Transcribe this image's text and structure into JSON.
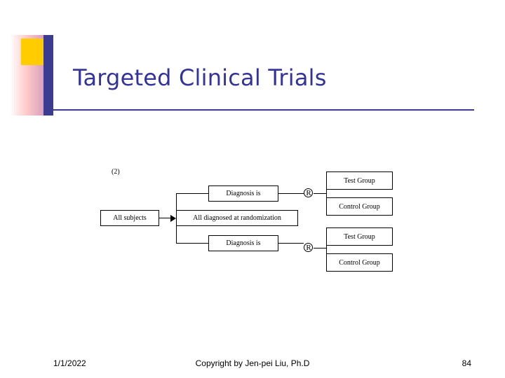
{
  "slide": {
    "title": "Targeted Clinical Trials",
    "footer": {
      "date": "1/1/2022",
      "copyright": "Copyright by Jen-pei Liu, Ph.D",
      "page": "84"
    }
  },
  "diagram": {
    "index_label": "(2)",
    "nodes": {
      "all_subjects": "All subjects",
      "all_diagnosed": "All diagnosed at randomization",
      "diagnosis_top": "Diagnosis is",
      "diagnosis_bottom": "Diagnosis is",
      "rand_top": "R",
      "rand_bottom": "R",
      "test_group_top": "Test Group",
      "control_group_top": "Control Group",
      "test_group_bottom": "Test Group",
      "control_group_bottom": "Control Group"
    }
  },
  "colors": {
    "title": "#333399",
    "accent_bar": "#3b3b8f",
    "accent_block": "#ffcc00"
  }
}
